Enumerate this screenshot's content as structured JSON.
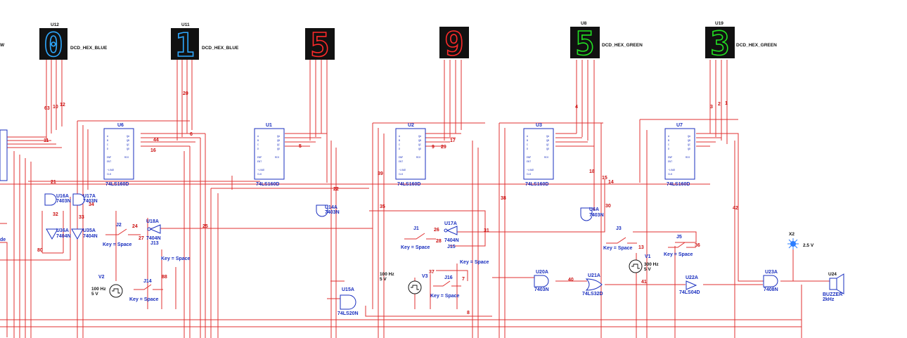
{
  "displays": [
    {
      "ref": "U12",
      "part": "DCD_HEX_BLUE",
      "digit": "0",
      "color": "#2ea8ff"
    },
    {
      "ref": "U11",
      "part": "DCD_HEX_BLUE",
      "digit": "1",
      "color": "#2ea8ff"
    },
    {
      "ref": "",
      "part": "",
      "digit": "5",
      "color": "#ff2a2a"
    },
    {
      "ref": "",
      "part": "",
      "digit": "9",
      "color": "#ff2a2a"
    },
    {
      "ref": "U8",
      "part": "DCD_HEX_GREEN",
      "digit": "5",
      "color": "#22e022"
    },
    {
      "ref": "U19",
      "part": "DCD_HEX_GREEN",
      "digit": "3",
      "color": "#22e022"
    }
  ],
  "counters": [
    {
      "ref": "U6",
      "part": "74LS160D"
    },
    {
      "ref": "U1",
      "part": "74LS160D"
    },
    {
      "ref": "U2",
      "part": "74LS160D"
    },
    {
      "ref": "U3",
      "part": "74LS160D"
    },
    {
      "ref": "U7",
      "part": "74LS160D"
    }
  ],
  "gates": [
    {
      "ref": "U16A",
      "part": "7403N"
    },
    {
      "ref": "U17A",
      "part": "7403N"
    },
    {
      "ref": "U36A",
      "part": "7404N"
    },
    {
      "ref": "U35A",
      "part": "7404N"
    },
    {
      "ref": "U18A",
      "part": "7404N"
    },
    {
      "ref": "U14A",
      "part": "7403N"
    },
    {
      "ref": "U17A",
      "part": "7404N"
    },
    {
      "ref": "U6A",
      "part": "7403N"
    },
    {
      "ref": "U15A",
      "part": "74LS20N"
    },
    {
      "ref": "U20A",
      "part": "7403N"
    },
    {
      "ref": "U21A",
      "part": "74LS32D"
    },
    {
      "ref": "U22A",
      "part": "74LS04D"
    },
    {
      "ref": "U23A",
      "part": "7408N"
    }
  ],
  "switches": [
    {
      "ref": "J2",
      "key": "Key = Space"
    },
    {
      "ref": "J13",
      "key": "Key = Space"
    },
    {
      "ref": "J14",
      "key": "Key = Space"
    },
    {
      "ref": "J1",
      "key": "Key = Space"
    },
    {
      "ref": "J15",
      "key": "Key = Space"
    },
    {
      "ref": "J16",
      "key": "Key = Space"
    },
    {
      "ref": "J3",
      "key": "Key = Space"
    },
    {
      "ref": "J5",
      "key": "Key = Space"
    }
  ],
  "sources": [
    {
      "ref": "V2",
      "freq": "100 Hz",
      "volt": "5 V"
    },
    {
      "ref": "V3",
      "freq": "100 Hz",
      "volt": "5 V"
    },
    {
      "ref": "V1",
      "freq": "300 Hz",
      "volt": "5 V"
    }
  ],
  "lamp": {
    "ref": "X2",
    "volt": "2.5 V"
  },
  "buzzer": {
    "ref": "U24",
    "part": "BUZZER",
    "freq": "2kHz"
  },
  "edge_fragments": {
    "top_left": "W",
    "mid_left": "de"
  },
  "nets": [
    "63",
    "10",
    "12",
    "20",
    "11",
    "21",
    "32",
    "33",
    "80",
    "24",
    "27",
    "34",
    "25",
    "26",
    "44",
    "6",
    "16",
    "5",
    "22",
    "39",
    "17",
    "28",
    "29",
    "31",
    "18",
    "15",
    "14",
    "38",
    "40",
    "41",
    "42",
    "4",
    "3",
    "2",
    "1",
    "9",
    "37",
    "88",
    "7",
    "8",
    "30",
    "35",
    "36",
    "13"
  ],
  "colors": {
    "wire": "#e03030",
    "component": "#1a2fbf",
    "background": "#ffffff"
  }
}
